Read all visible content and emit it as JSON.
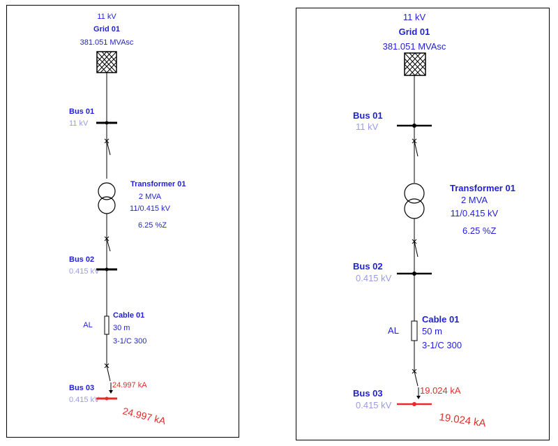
{
  "diagrams": [
    {
      "grid": {
        "voltage": "11 kV",
        "name": "Grid 01",
        "rating": "381.051 MVAsc"
      },
      "bus01": {
        "name": "Bus 01",
        "voltage": "11 kV"
      },
      "transformer": {
        "name": "Transformer 01",
        "rating": "2 MVA",
        "ratio": "11/0.415 kV",
        "impedance": "6.25 %Z"
      },
      "bus02": {
        "name": "Bus 02",
        "voltage": "0.415 kV"
      },
      "cable": {
        "name": "Cable 01",
        "material": "AL",
        "length": "30 m",
        "spec": "3-1/C 300"
      },
      "bus03": {
        "name": "Bus 03",
        "voltage": "0.415 kV"
      },
      "fault": {
        "arrow_label": "24.997 kA",
        "bus_label": "24.997 kA"
      }
    },
    {
      "grid": {
        "voltage": "11 kV",
        "name": "Grid 01",
        "rating": "381.051 MVAsc"
      },
      "bus01": {
        "name": "Bus 01",
        "voltage": "11 kV"
      },
      "transformer": {
        "name": "Transformer 01",
        "rating": "2 MVA",
        "ratio": "11/0.415 kV",
        "impedance": "6.25 %Z"
      },
      "bus02": {
        "name": "Bus 02",
        "voltage": "0.415 kV"
      },
      "cable": {
        "name": "Cable 01",
        "material": "AL",
        "length": "50 m",
        "spec": "3-1/C 300"
      },
      "bus03": {
        "name": "Bus 03",
        "voltage": "0.415 kV"
      },
      "fault": {
        "arrow_label": "19.024 kA",
        "bus_label": "19.024 kA"
      }
    }
  ],
  "colors": {
    "label": "#1f1fd6",
    "voltage": "#9a9ae6",
    "fault": "#e52b2b",
    "line": "#000000"
  }
}
